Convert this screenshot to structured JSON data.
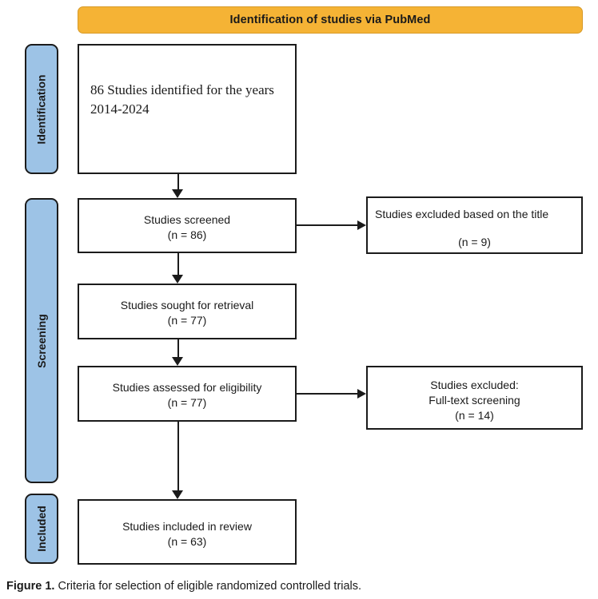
{
  "figure": {
    "header": {
      "title": "Identification of studies via PubMed",
      "background_color": "#F5B335",
      "text_color": "#1a1a1a"
    },
    "stages": [
      {
        "key": "identification",
        "label": "Identification",
        "color": "#9DC3E6"
      },
      {
        "key": "screening",
        "label": "Screening",
        "color": "#9DC3E6"
      },
      {
        "key": "included",
        "label": "Included",
        "color": "#9DC3E6"
      }
    ],
    "boxes": {
      "identified": {
        "text": "86 Studies identified for the years 2014-2024",
        "count_label": "86",
        "year_range": "2014-2024"
      },
      "screened": {
        "line1": "Studies screened",
        "line2": "(n = 86)",
        "n": 86
      },
      "excluded_title": {
        "line1": "Studies excluded based on the title",
        "line2": "(n = 9)",
        "n": 9
      },
      "sought": {
        "line1": "Studies sought for retrieval",
        "line2": "(n = 77)",
        "n": 77
      },
      "assessed": {
        "line1": "Studies assessed for eligibility",
        "line2": "(n = 77)",
        "n": 77
      },
      "excluded_fulltext": {
        "line1": "Studies excluded:",
        "line2": "Full-text screening",
        "line3": "(n = 14)",
        "n": 14
      },
      "included": {
        "line1": "Studies included in review",
        "line2": "(n = 63)",
        "n": 63
      }
    },
    "caption": {
      "label": "Figure 1.",
      "text": " Criteria for selection of eligible randomized controlled trials."
    }
  }
}
